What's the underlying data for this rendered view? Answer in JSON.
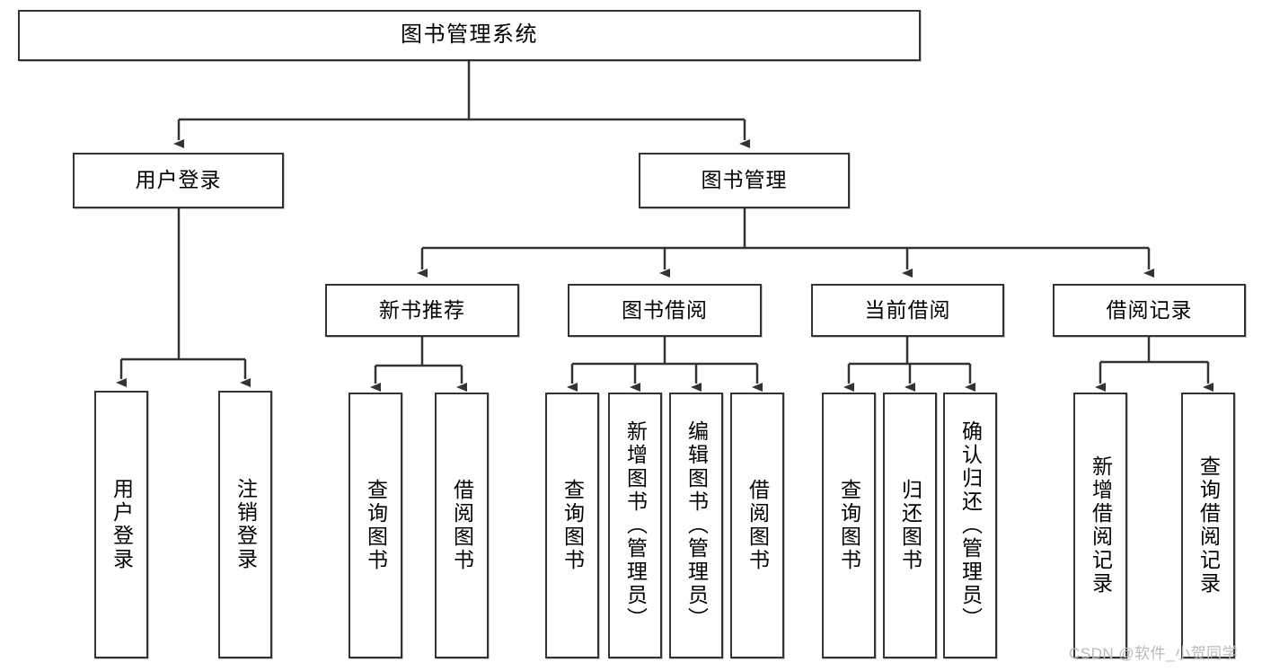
{
  "diagram": {
    "type": "tree-hierarchy-chart",
    "title_node": {
      "label": "图书管理系统"
    },
    "level2": [
      {
        "id": "user-login",
        "label": "用户登录"
      },
      {
        "id": "book-management",
        "label": "图书管理"
      }
    ],
    "level3": [
      {
        "id": "new-book-recommend",
        "label": "新书推荐",
        "parent": "book-management"
      },
      {
        "id": "book-borrow",
        "label": "图书借阅",
        "parent": "book-management"
      },
      {
        "id": "current-borrow",
        "label": "当前借阅",
        "parent": "book-management"
      },
      {
        "id": "borrow-record",
        "label": "借阅记录",
        "parent": "book-management"
      }
    ],
    "leaves": [
      {
        "id": "leaf-user-login",
        "label": "用户登录",
        "parent": "user-login"
      },
      {
        "id": "leaf-logout-login",
        "label": "注销登录",
        "parent": "user-login"
      },
      {
        "id": "leaf-query-book-1",
        "label": "查询图书",
        "parent": "new-book-recommend"
      },
      {
        "id": "leaf-borrow-book-1",
        "label": "借阅图书",
        "parent": "new-book-recommend"
      },
      {
        "id": "leaf-query-book-2",
        "label": "查询图书",
        "parent": "book-borrow"
      },
      {
        "id": "leaf-add-book",
        "label": "新增图书（管理员）",
        "parent": "book-borrow"
      },
      {
        "id": "leaf-edit-book",
        "label": "编辑图书（管理员）",
        "parent": "book-borrow"
      },
      {
        "id": "leaf-borrow-book-2",
        "label": "借阅图书",
        "parent": "book-borrow"
      },
      {
        "id": "leaf-query-book-3",
        "label": "查询图书",
        "parent": "current-borrow"
      },
      {
        "id": "leaf-return-book",
        "label": "归还图书",
        "parent": "current-borrow"
      },
      {
        "id": "leaf-confirm-return",
        "label": "确认归还（管理员）",
        "parent": "current-borrow"
      },
      {
        "id": "leaf-add-record",
        "label": "新增借阅记录",
        "parent": "borrow-record"
      },
      {
        "id": "leaf-query-record",
        "label": "查询借阅记录",
        "parent": "borrow-record"
      }
    ],
    "colors": {
      "box_border": "#333333",
      "box_fill": "#ffffff",
      "connector": "#333333",
      "background": "#ffffff",
      "watermark": "#b9b9b9"
    }
  },
  "watermark": {
    "text": "CSDN @软件_小贺同学"
  }
}
